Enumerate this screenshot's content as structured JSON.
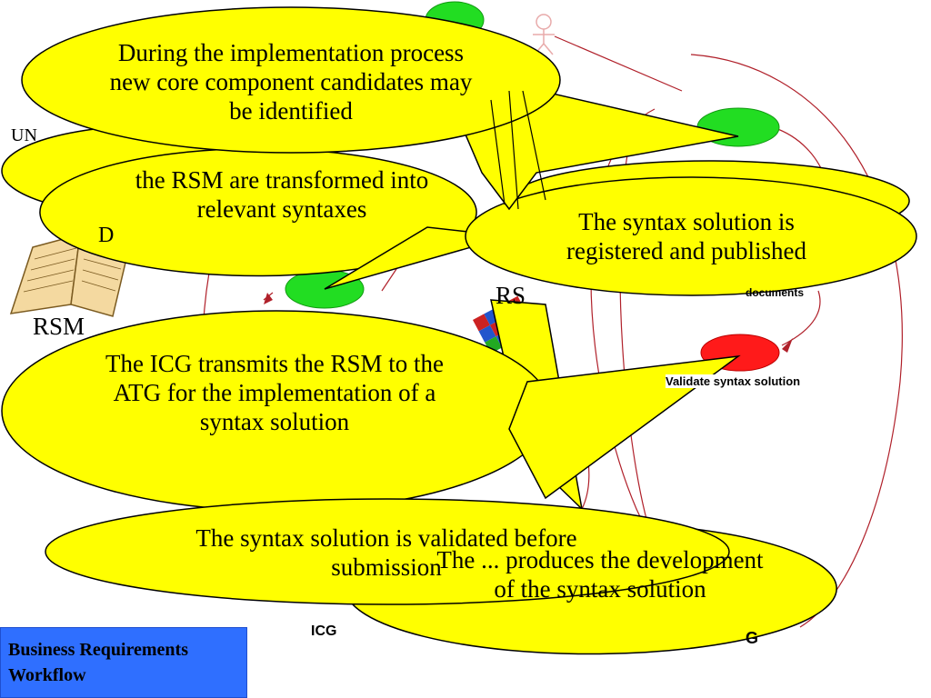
{
  "bubbles": {
    "implementation": "During the implementation process new core component candidates may be identified",
    "transform": "the RSM are transformed into relevant syntaxes",
    "registered": "The syntax solution is registered and published",
    "transmit": "The ICG transmits the RSM to the ATG for the implementation of a syntax solution",
    "validated": "The syntax solution is validated before submission",
    "development": "The ... produces the development of the syntax solution"
  },
  "labels": {
    "rsm": "RSM",
    "un": "UN",
    "d": "D",
    "validate_syntax": "Validate syntax solution",
    "documents": "documents",
    "rs": "RS",
    "icg": "ICG",
    "g": "G"
  },
  "workflow": {
    "line1": "Business Requirements",
    "line2": "Workflow"
  },
  "icons": [
    "stick-figure-icon",
    "book-icon",
    "grid-icon"
  ],
  "colors": {
    "bubble": "#ffff00",
    "node_green": "#22dd22",
    "node_red": "#ff1a1a",
    "line": "#b0202a",
    "workflow_box": "#2f6fff"
  }
}
